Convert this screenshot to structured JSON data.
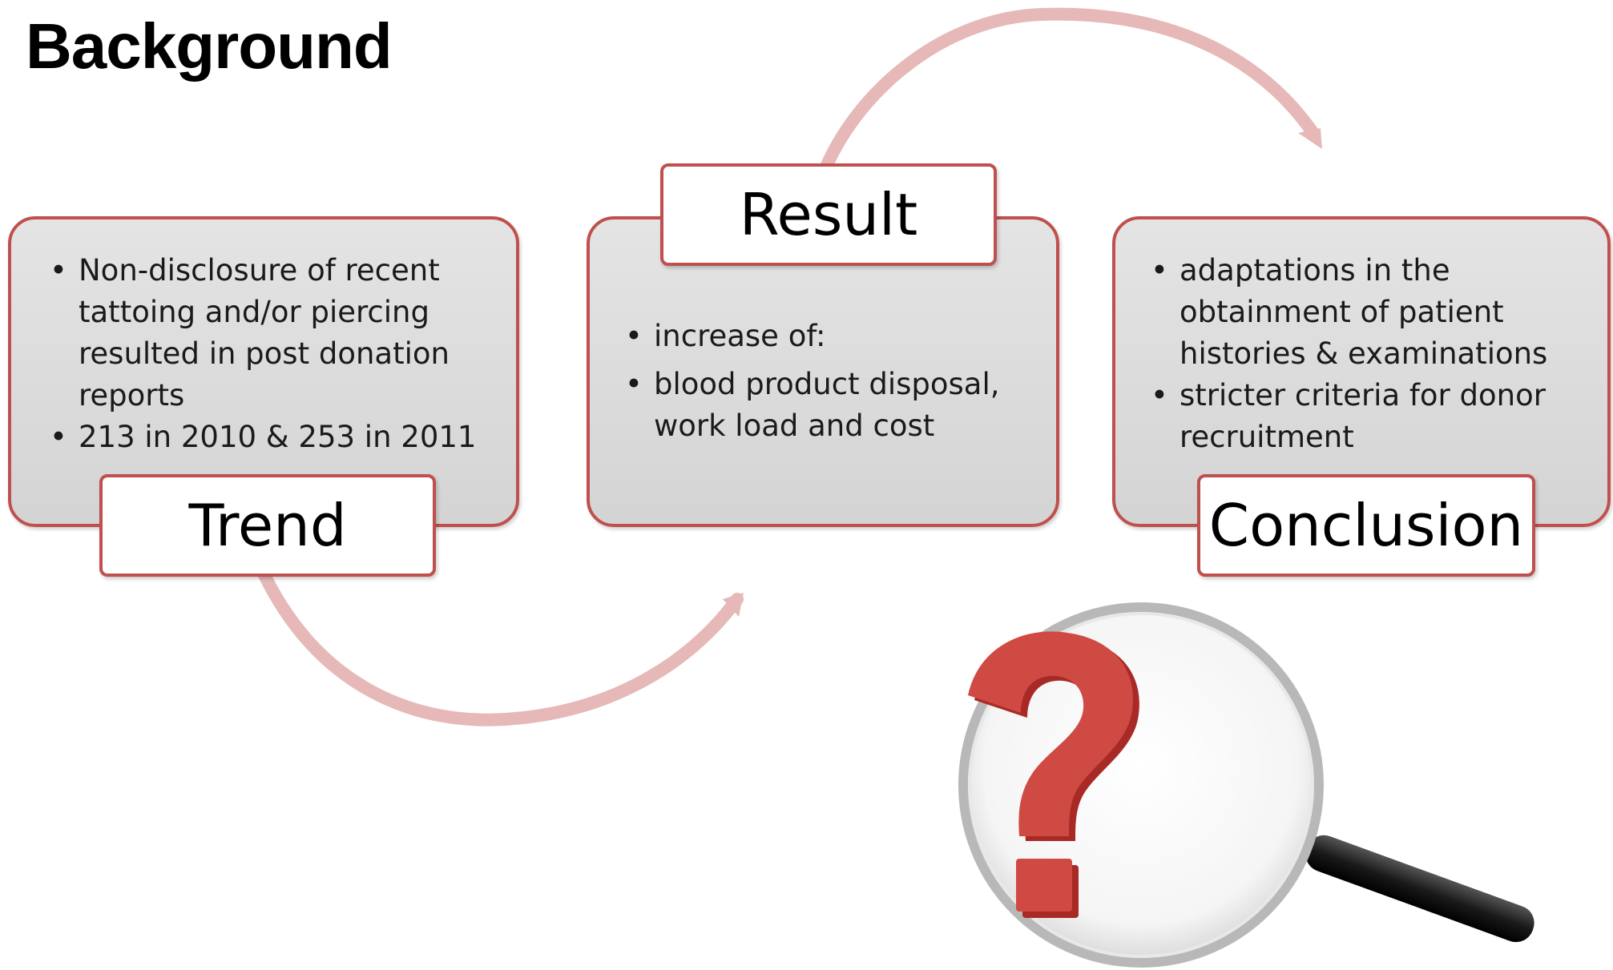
{
  "title": "Background",
  "nodes": {
    "trend": {
      "label": "Trend",
      "bullets": [
        "Non-disclosure of recent tattoing and/or piercing resulted in post donation reports",
        "213 in 2010 & 253 in 2011"
      ]
    },
    "result": {
      "label": "Result",
      "bullets": [
        "increase of:",
        "blood product disposal, work load and cost"
      ]
    },
    "conclusion": {
      "label": "Conclusion",
      "bullets": [
        "adaptations in the obtainment of patient histories & examinations",
        "stricter criteria for donor recruitment"
      ]
    }
  },
  "colors": {
    "accent": "#c0504d",
    "box_fill": "#d9d9d9",
    "arrow": "#e6b9b8",
    "question_mark": "#c0392b"
  },
  "icons": [
    "curved-arrow-icon",
    "magnifier-question-icon"
  ]
}
